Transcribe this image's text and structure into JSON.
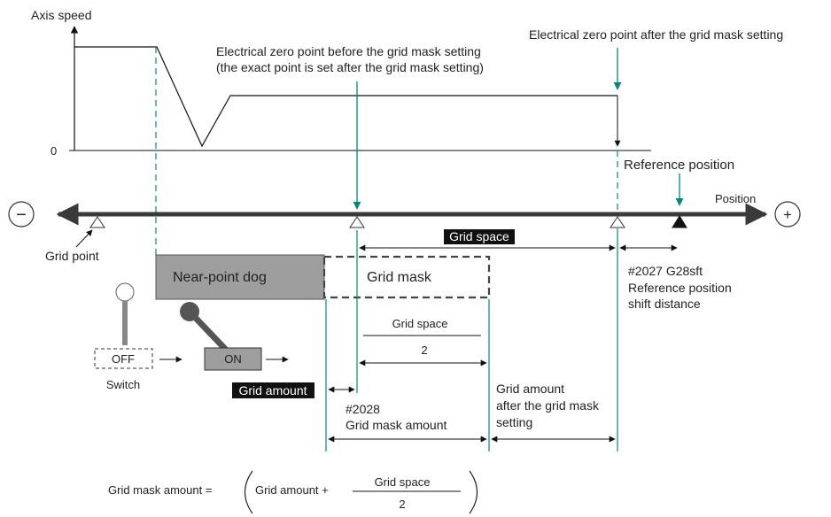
{
  "texts": {
    "axis_speed": "Axis speed",
    "zero": "0",
    "ez_before_1": "Electrical zero point before the grid mask setting",
    "ez_before_2": "(the exact point is set after the grid mask setting)",
    "ez_after": "Electrical zero point after the grid mask setting",
    "ref_position": "Reference position",
    "position": "Position",
    "minus": "−",
    "plus": "+",
    "grid_point": "Grid point",
    "grid_space": "Grid space",
    "near_point_dog": "Near-point dog",
    "grid_mask": "Grid mask",
    "shift_1": "#2027 G28sft",
    "shift_2": "Reference position",
    "shift_3": "shift distance",
    "frac_num": "Grid space",
    "frac_den": "2",
    "off": "OFF",
    "on": "ON",
    "switch": "Switch",
    "grid_amount": "Grid amount",
    "mask_amt_1": "#2028",
    "mask_amt_2": "Grid mask amount",
    "ga_after_1": "Grid amount",
    "ga_after_2": "after the grid mask",
    "ga_after_3": "setting",
    "formula_left": "Grid mask amount =",
    "formula_term": "Grid amount +",
    "formula_num": "Grid space",
    "formula_den": "2"
  },
  "colors": {
    "teal": "#00897b",
    "dog_fill": "#9e9e9e",
    "axis": "#3a3a3a"
  }
}
